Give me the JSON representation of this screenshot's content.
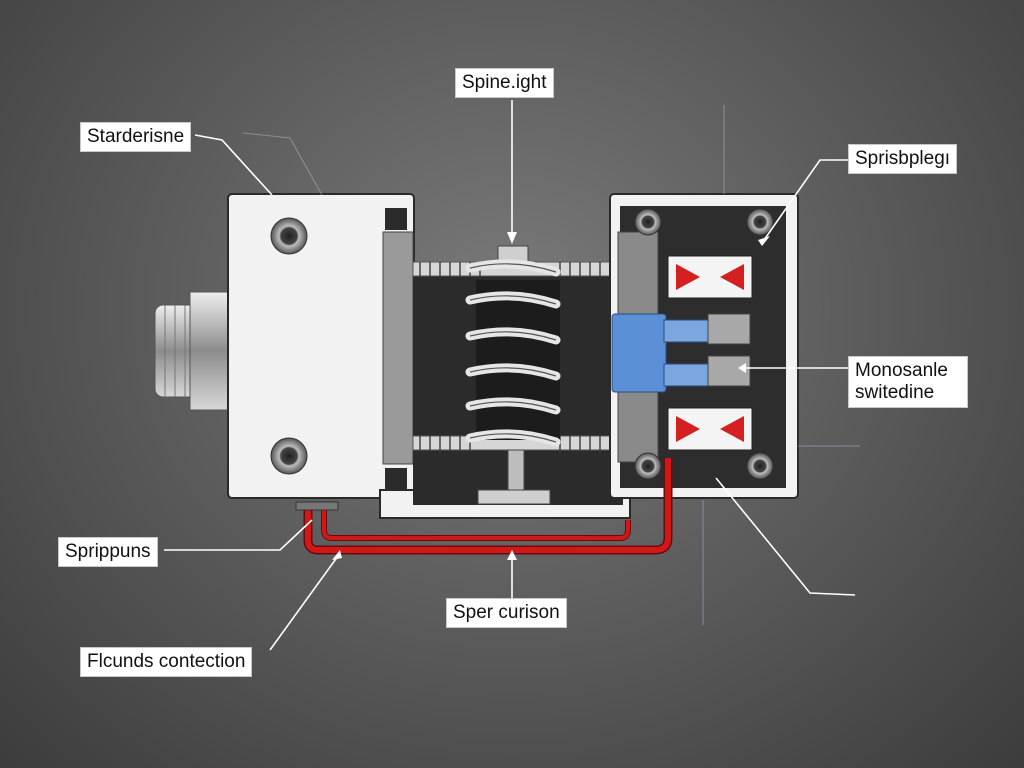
{
  "labels": {
    "top_center": "Spine.ight",
    "top_left": "Starderisne",
    "top_right": "Sprisbplegı",
    "right_middle_line1": "Monosanle",
    "right_middle_line2": "switedine",
    "left_bottom": "Sprippuns",
    "bottom_center": "Sper curison",
    "bottom_left": "Flcunds contection"
  },
  "colors": {
    "background": "#5e5e5e",
    "housing": "#f2f2f2",
    "core": "#2b2b2b",
    "spring": "#e6e6e6",
    "wire": "#d01818",
    "connector": "#5b8fd6",
    "contact_red": "#d42020"
  }
}
